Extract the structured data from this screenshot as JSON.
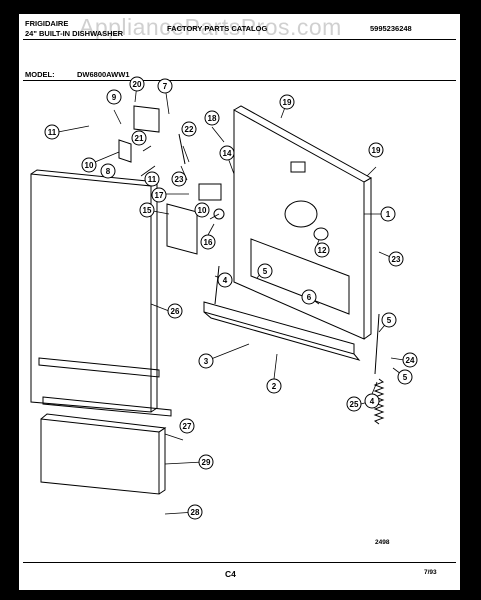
{
  "watermark": "AppliancePartsPros.com",
  "header": {
    "brand": "FRIGIDAIRE",
    "product": "24\" BUILT-IN DISHWASHER",
    "catalog_title": "FACTORY PARTS CATALOG",
    "catalog_number": "5995236248",
    "model_label": "MODEL:",
    "model_number": "DW6800AWW1"
  },
  "callouts": {
    "c1": "1",
    "c2": "2",
    "c3": "3",
    "c4": "4",
    "c5": "5",
    "c6": "6",
    "c7": "7",
    "c8": "8",
    "c9": "9",
    "c10": "10",
    "c11": "11",
    "c12": "12",
    "c14": "14",
    "c15": "15",
    "c16": "16",
    "c17": "17",
    "c18": "18",
    "c19": "19",
    "c20": "20",
    "c21": "21",
    "c22": "22",
    "c23": "23",
    "c24": "24",
    "c25": "25",
    "c26": "26",
    "c27": "27",
    "c28": "28",
    "c29": "29"
  },
  "footer": {
    "drawing_number": "2498",
    "page_code": "C4",
    "date": "7/93"
  }
}
